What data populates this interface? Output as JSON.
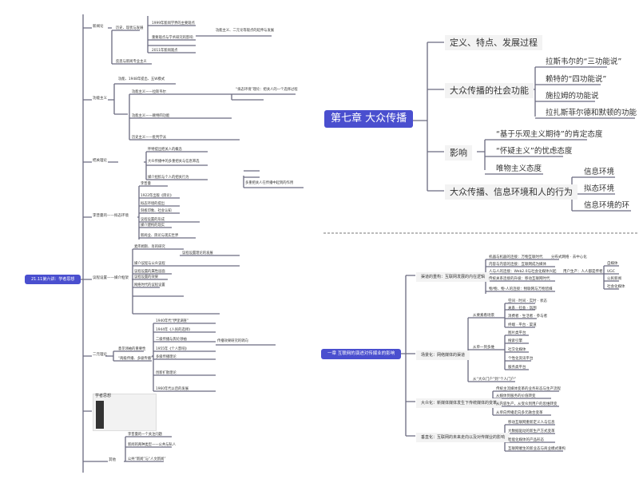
{
  "panel_right_top": {
    "root": "第七章 大众传播",
    "branches": [
      {
        "label": "定义、特点、发展过程",
        "children": []
      },
      {
        "label": "大众传播的社会功能",
        "children": [
          "拉斯韦尔的“三功能说”",
          "赖特的“四功能说”",
          "施拉姆的功能说",
          "拉扎斯菲尔德和默顿的功能"
        ]
      },
      {
        "label": "影响",
        "children": [
          "“基于乐观主义期待”的肯定态度",
          "“怀疑主义”的忧虑态度",
          "唯物主义态度"
        ]
      },
      {
        "label": "大众传播、信息环境和人的行为",
        "children": [
          "信息环境",
          "拟态环境",
          "信息环境的环"
        ]
      }
    ]
  },
  "panel_right_bottom": {
    "root": "一章 互联网的演进对传媒业的影响",
    "branches": [
      {
        "label": "渠道的重构：互联网发展的内在逻辑",
        "children": [
          "机器与机器的连接：万物互联时代",
          "内容与内容的连接：互联网成为媒体",
          "人与人的连接：Web2.0与社会化媒体兴起",
          "传统关系连接的升级：移动互联网时代",
          "物/物、物-人的连接：物联网与万物皆媒"
        ],
        "sub": [
          "分布式网络 · 去中心化",
          "用户生产：人人都是传者"
        ],
        "subsub": [
          "自媒体",
          "UGC",
          "公民新闻",
          "社会化媒体"
        ]
      },
      {
        "label": "场景化：网络媒体的渠道",
        "groups": [
          {
            "label": "从要素看场景",
            "children": [
              "空间 · 时间 · 实时 · 状态",
              "关系 · 社会 · 氛围",
              "消费者 · 生活者 · 参与者",
              "终端 · 平台 · 渠道"
            ]
          },
          {
            "label": "从单一到多维",
            "children": [
              "图片类平台",
              "搜索引擎",
              "社交化媒体",
              "个性化资讯平台",
              "服务类平台"
            ]
          },
          {
            "label": "从“大众门户”到“个人门户”",
            "children": []
          }
        ]
      },
      {
        "label": "大众化：新媒体媒体发生下传统媒体的变革",
        "children": [
          "传统主流媒体变革的业务形态与生产流程",
          "从媒体到服务的价值转变",
          "从内容生产，从受众到用户的思维转变",
          "从单向传播走向多元融合变革"
        ]
      },
      {
        "label": "垂直化：互联网的未来走向以及对传媒业的影响",
        "children": [
          "移动互联网重新定义人与信息",
          "大数据驱动的新生产方式变革",
          "智能化媒体的产品形态",
          "互联网催生的新业态与商业模式重构"
        ]
      }
    ]
  },
  "panel_left": {
    "root": "21.11第六讲：学者思想",
    "branches": [
      {
        "label": "新闻论",
        "children": [
          "历史、现状与发展",
          "1999年新闻学界的主要观点",
          "重要观点与学术研究的影响",
          "2011年新闻观点",
          "反思与新闻专业主义"
        ],
        "note": "功能主义、二元论等观点的延伸与发展"
      },
      {
        "label": "功能主义",
        "children": [
          "功能、1948年提出、五W模式",
          "功能主义——拉斯韦尔",
          "功能主义——赖特四功能",
          "历史主义——批判学派"
        ],
        "note": "“拟态环境”理论：把关人的一个选择过程"
      },
      {
        "label": "把关理论",
        "children": [
          "怀特提出把关人的概念",
          "大众传播中的多重把关与信息筛选",
          "媒介组织与个人的把关行为"
        ],
        "note": "多重把关人在传播中起到的作用"
      },
      {
        "label": "李普曼的——拟态环境",
        "children": [
          "李普曼",
          "1922年出版《舆论》",
          "拟态环境的提出",
          "刻板印象、社会认知",
          "议程设置的形成",
          "媒介建构的现实",
          "新闻业、舆论与现实世界"
        ]
      },
      {
        "label": "议程设置——媒介框架",
        "children": [
          "麦库姆斯、肖的研究",
          "媒介议程与公众议程",
          "议程设置的属性层面",
          "议程设置的效果",
          "网络时代的议程设置"
        ],
        "note": "议程设置理论的发展"
      },
      {
        "label": "二元理论",
        "children": [
          "1940年代“伊里调查”",
          "1944年《人民的选择》",
          "二级传播与舆论领袖",
          "1955年《个人影响》",
          "多级传播理论",
          "创新扩散理论",
          "1960年代以后的发展"
        ],
        "sub": [
          "意见领袖的重要性",
          "“两级传播、多级传播”"
        ],
        "note": "传播效果研究的转向"
      },
      {
        "label": "学者思想",
        "children": []
      },
      {
        "label": "其他",
        "children": [
          "李普曼的一个关注问题",
          "新闻的两种类型——公共与私人",
          "公共“新闻”与“人文新闻”"
        ]
      }
    ]
  },
  "colors": {
    "root": "#4a4fcf",
    "line": "#555555",
    "branch_bg": "#f3f3f3"
  }
}
